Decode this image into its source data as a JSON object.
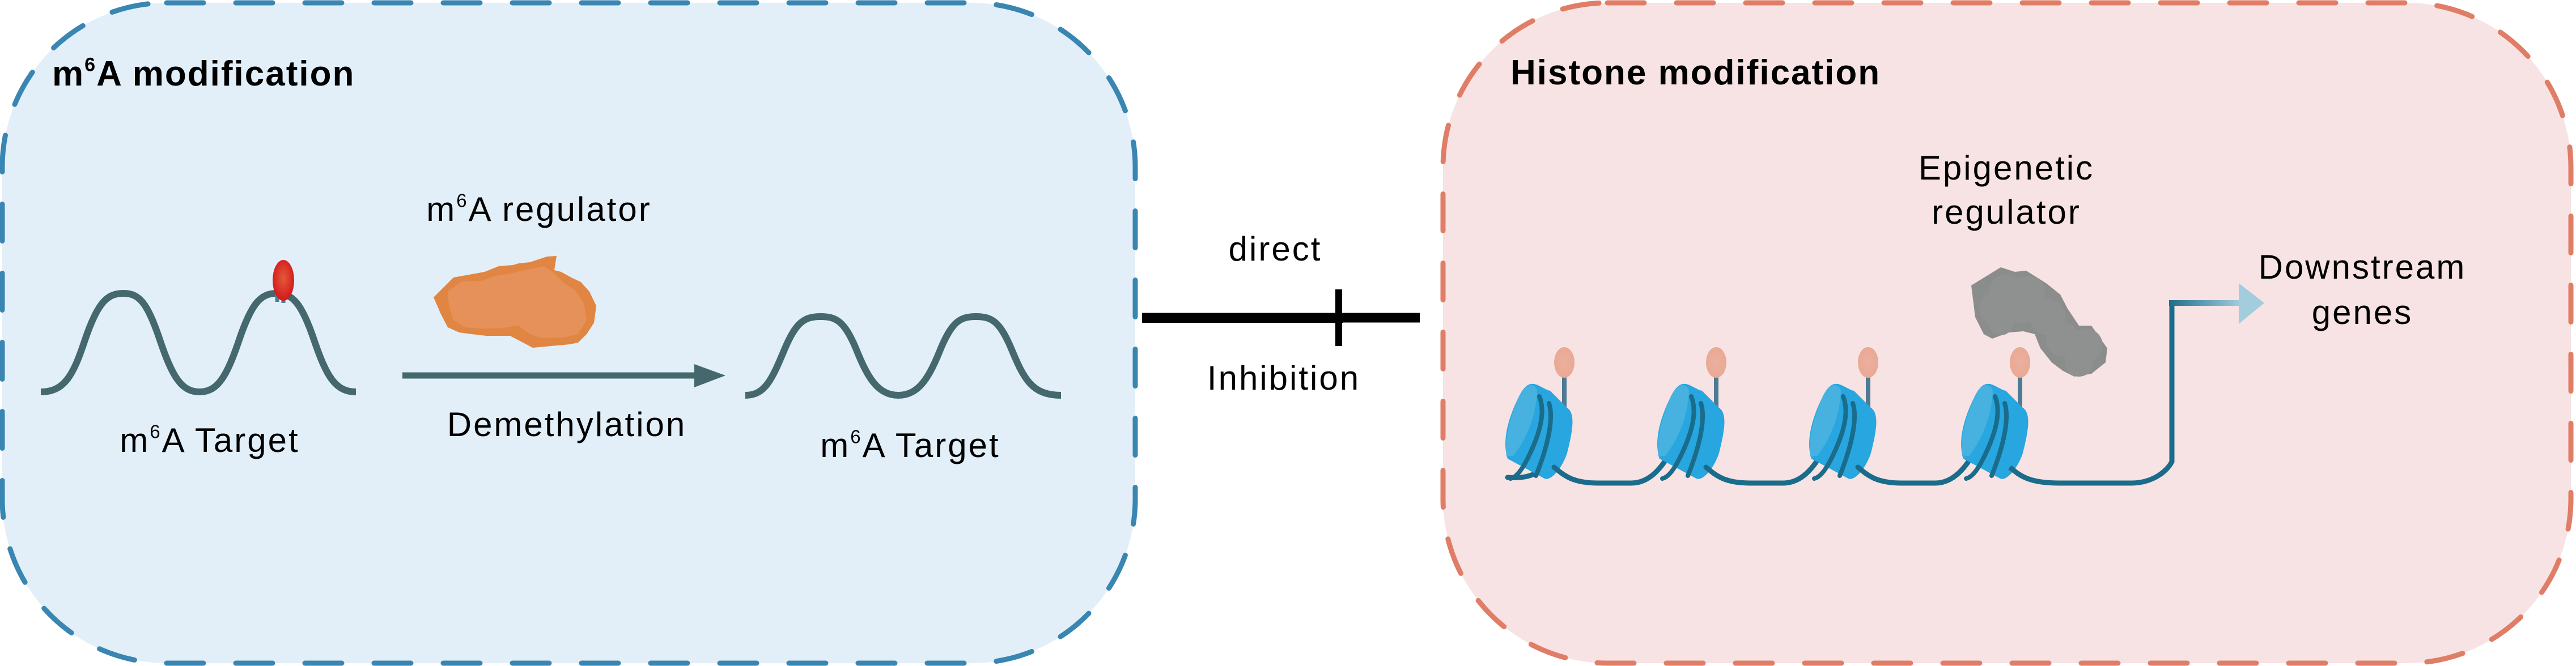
{
  "left_panel": {
    "title_prefix": "m",
    "title_sup": "6",
    "title_suffix": "A modification",
    "regulator_prefix": "m",
    "regulator_sup": "6",
    "regulator_suffix": "A regulator",
    "process_label": "Demethylation",
    "source_target_prefix": "m",
    "source_target_sup": "6",
    "source_target_suffix": "A Target",
    "product_target_prefix": "m",
    "product_target_sup": "6",
    "product_target_suffix": "A Target",
    "colors": {
      "fill": "#e2eff8",
      "border": "#3a86b2",
      "regulator": "#e3884a",
      "methyl_mark": "#d9372a",
      "rna": "#44686d"
    }
  },
  "connector": {
    "label_top": "direct",
    "label_bottom": "Inhibition",
    "color": "#000000"
  },
  "right_panel": {
    "title": "Histone modification",
    "regulator_line1": "Epigenetic",
    "regulator_line2": "regulator",
    "output_line1": "Downstream",
    "output_line2": "genes",
    "nucleosome_count": 4,
    "colors": {
      "fill": "#f7e3e3",
      "border": "#e07d66",
      "histone": "#27a6e0",
      "histone_light": "#47b1df",
      "dna": "#1a6c8a",
      "mark": "#e8a894",
      "regulator": "#8f9190"
    }
  }
}
